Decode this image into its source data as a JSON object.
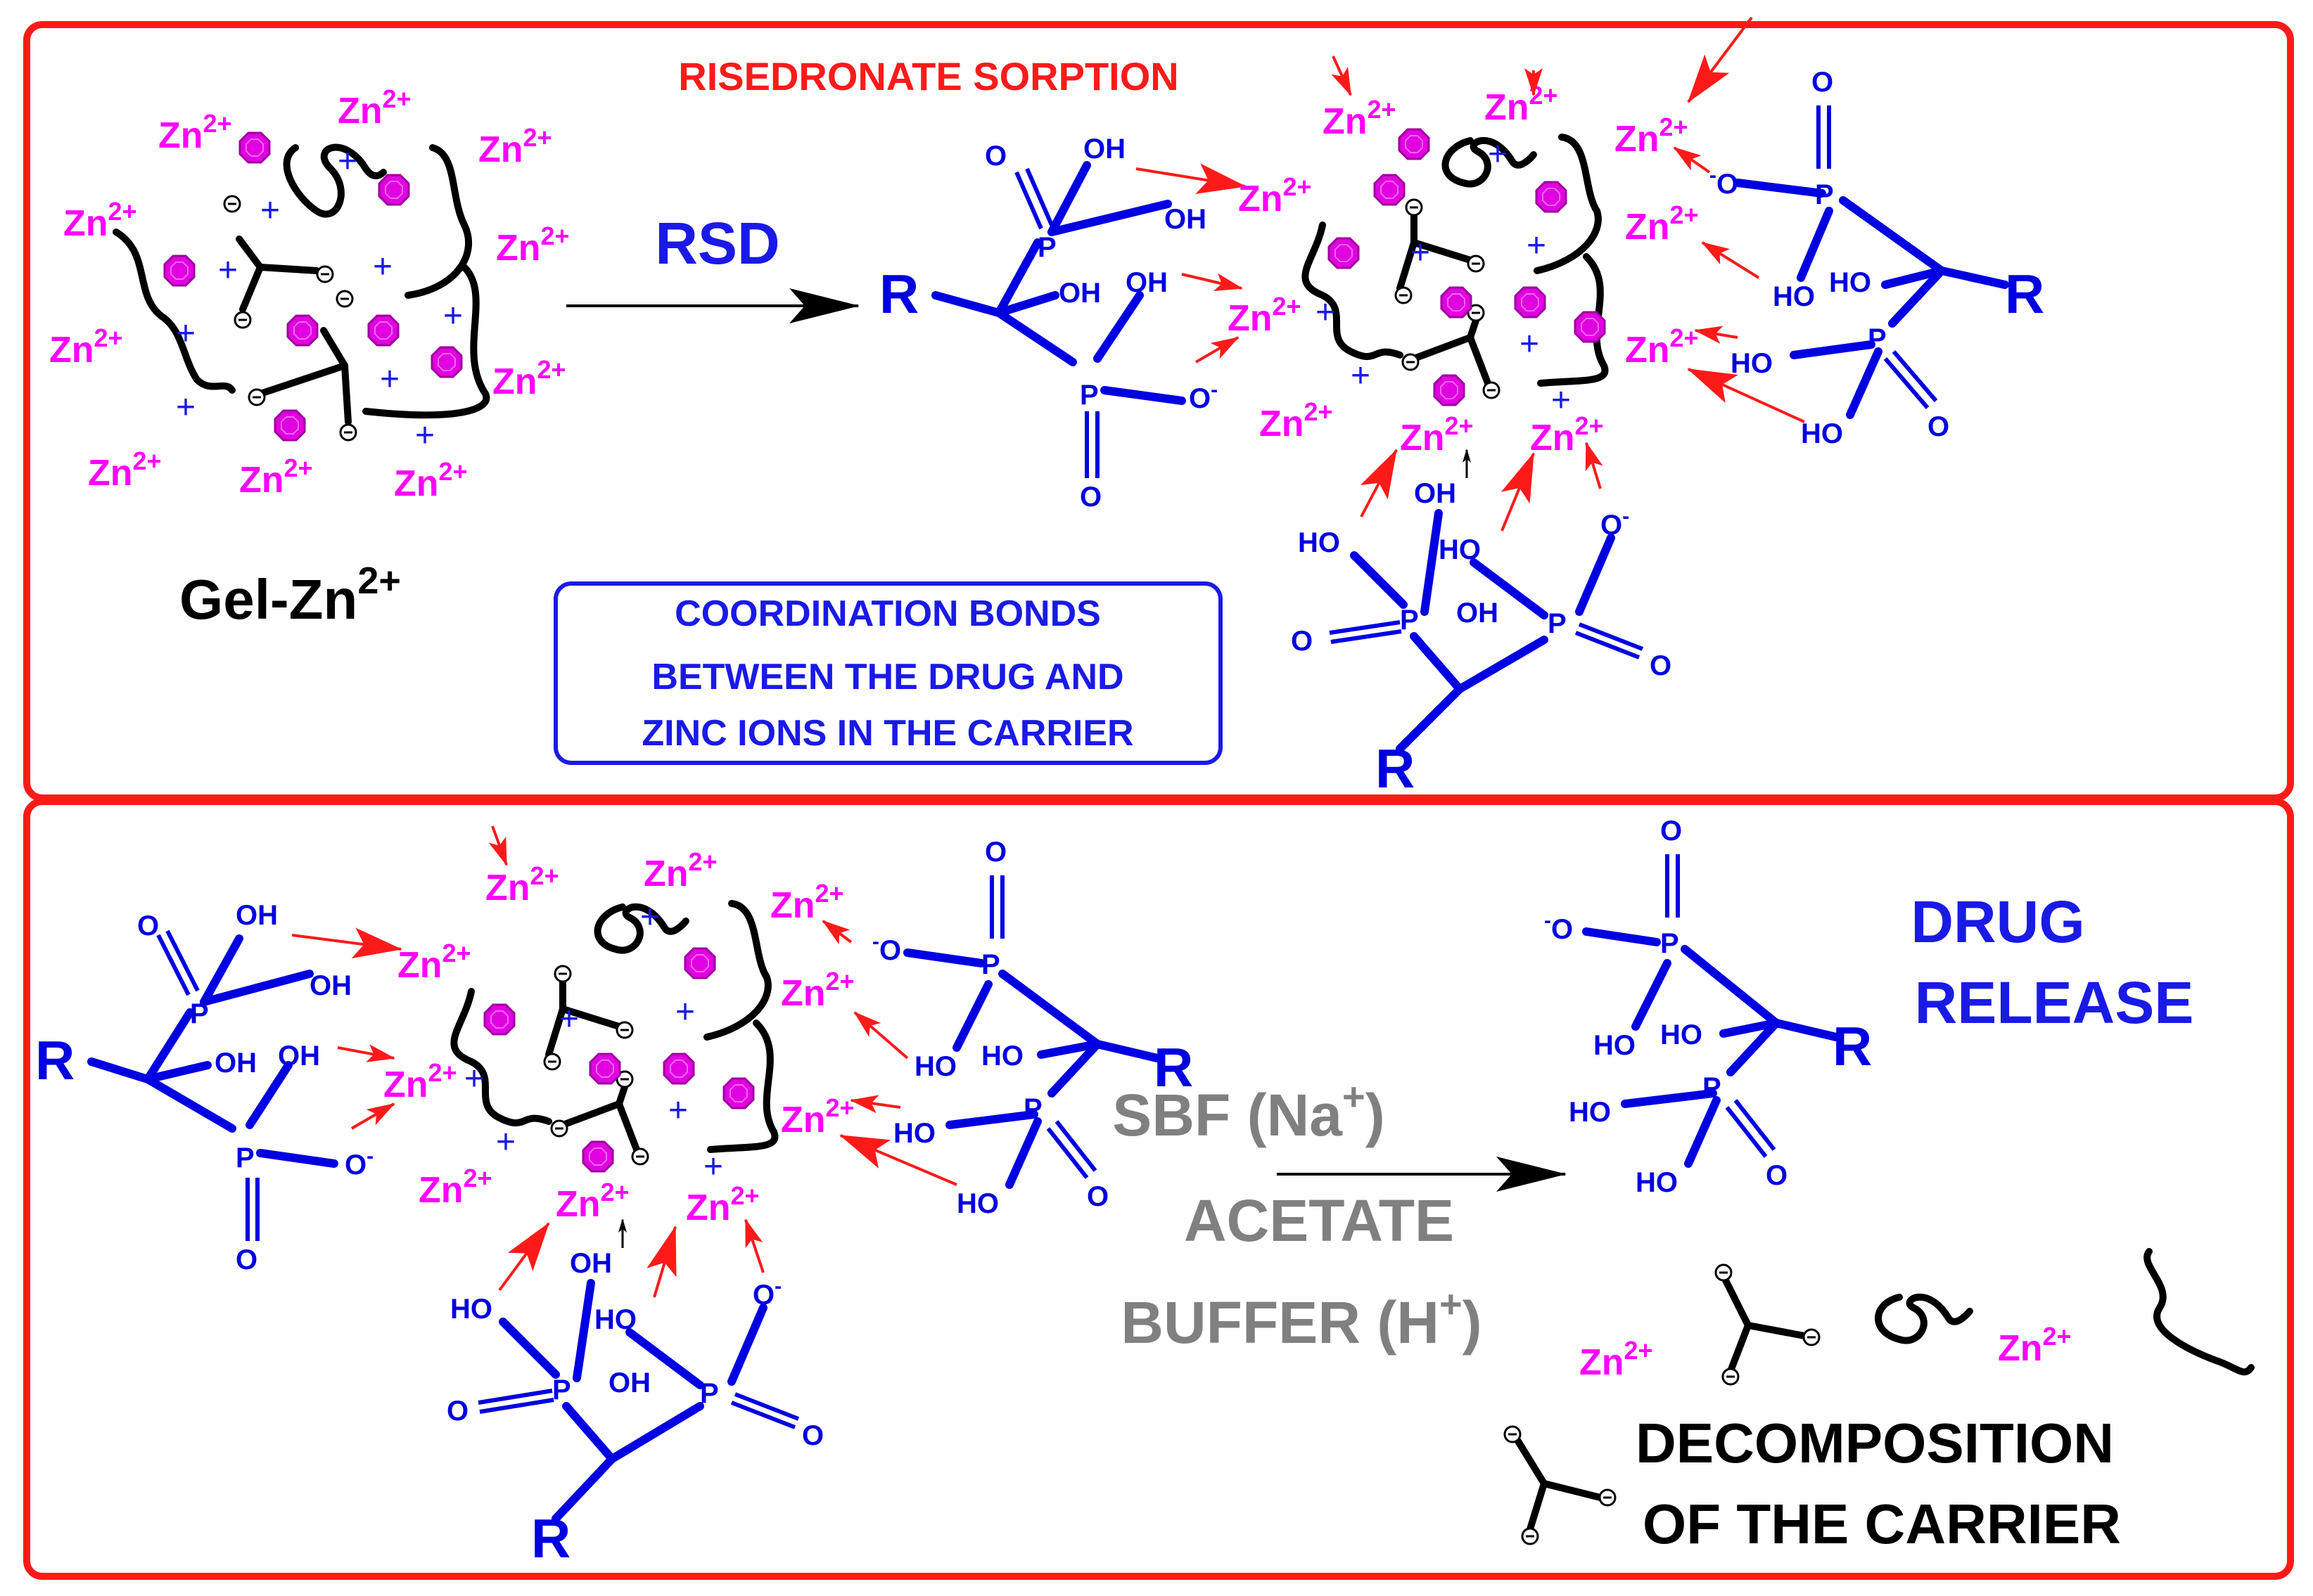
{
  "top_panel": {
    "title": "RISEDRONATE SORPTION",
    "gel_label": "Gel-Zn",
    "gel_label_sup": "2+",
    "reagent": "RSD",
    "box_lines": [
      "COORDINATION BONDS",
      "BETWEEN THE DRUG AND",
      "ZINC IONS IN THE CARRIER"
    ]
  },
  "bottom_panel": {
    "conditions": [
      "SBF (Na",
      "ACETATE",
      "BUFFER (H"
    ],
    "conditions_tail": [
      ")",
      "",
      ")"
    ],
    "conditions_sup": [
      "+",
      "",
      "+"
    ],
    "release_lines": [
      "DRUG",
      "RELEASE"
    ],
    "decomposition_lines": [
      "DECOMPOSITION",
      "OF THE CARRIER"
    ]
  },
  "labels": {
    "zn": "Zn",
    "zn_sup": "2+",
    "r": "R",
    "p": "P",
    "oh": "OH",
    "ho": "HO",
    "o": "O",
    "o_minus": "O",
    "minus": "-",
    "plus": "+"
  },
  "colors": {
    "frame": "#ff1a1a",
    "drug": "#0000e0",
    "zinc": "#ff00ff",
    "arrow_red": "#ff1a1a",
    "gray_text": "#808080"
  },
  "icons": [
    "zinc-ion-octagon-icon",
    "polymer-chain-icon",
    "negative-charge-icon",
    "reaction-arrow-icon"
  ]
}
